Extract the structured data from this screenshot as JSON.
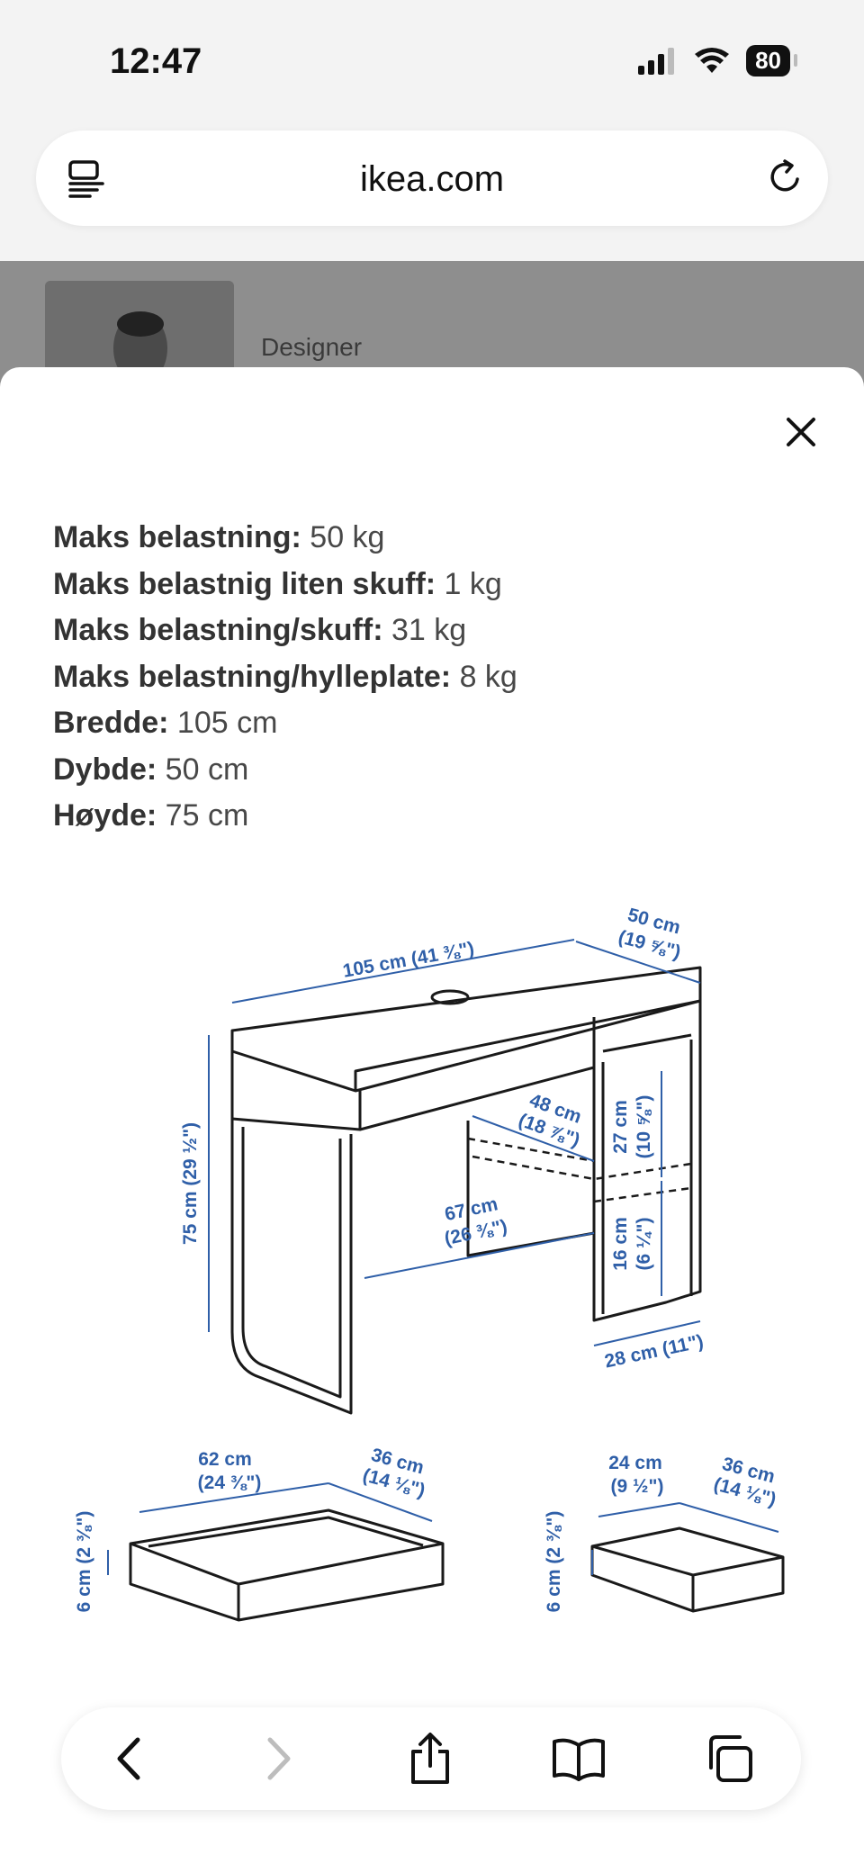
{
  "status_bar": {
    "time": "12:47",
    "battery": "80"
  },
  "browser": {
    "url": "ikea.com"
  },
  "background_page": {
    "designer_label": "Designer"
  },
  "sheet": {
    "specs": [
      {
        "label": "Maks belastning:",
        "value": " 50 kg"
      },
      {
        "label": "Maks belastnig liten skuff:",
        "value": " 1 kg"
      },
      {
        "label": "Maks belastning/skuff:",
        "value": " 31 kg"
      },
      {
        "label": "Maks belastning/hylleplate:",
        "value": " 8 kg"
      },
      {
        "label": "Bredde:",
        "value": " 105 cm"
      },
      {
        "label": "Dybde:",
        "value": " 50 cm"
      },
      {
        "label": "Høyde:",
        "value": " 75 cm"
      }
    ],
    "diagram": {
      "desk_width": "105 cm (41 ⅜\")",
      "desk_depth_cm": "50 cm",
      "desk_depth_in": "(19 ⅝\")",
      "desk_height": "75 cm (29 ½\")",
      "inner_depth_cm": "48 cm",
      "inner_depth_in": "(18 ⅞\")",
      "knee_width_cm": "67 cm",
      "knee_width_in": "(26 ⅜\")",
      "upper_shelf_cm": "27 cm",
      "upper_shelf_in": "(10 ⅝\")",
      "lower_shelf_cm": "16 cm",
      "lower_shelf_in": "(6 ¼\")",
      "cabinet_width": "28 cm (11\")",
      "large_drawer_width_cm": "62 cm",
      "large_drawer_width_in": "(24 ⅜\")",
      "large_drawer_depth_cm": "36 cm",
      "large_drawer_depth_in": "(14 ⅛\")",
      "large_drawer_height": "6 cm (2 ⅜\")",
      "small_drawer_width_cm": "24 cm",
      "small_drawer_width_in": "(9 ½\")",
      "small_drawer_depth_cm": "36 cm",
      "small_drawer_depth_in": "(14 ⅛\")",
      "small_drawer_height": "6 cm (2 ⅜\")"
    }
  },
  "colors": {
    "dimension_blue": "#2f5fa8",
    "sheet_bg": "#ffffff",
    "page_bg": "#f3f3f3"
  }
}
